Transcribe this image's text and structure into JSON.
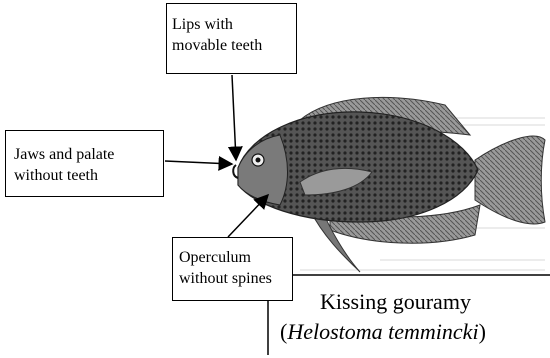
{
  "labels": {
    "lips": [
      "Lips with",
      "movable teeth"
    ],
    "jaws": [
      "Jaws and palate",
      "without teeth"
    ],
    "operculum": [
      "Operculum",
      "without spines"
    ]
  },
  "caption": {
    "common_name": "Kissing gouramy",
    "open_paren": "(",
    "scientific_name": "Helostoma temmincki",
    "close_paren": ")"
  },
  "colors": {
    "fish_body": "#4a4a4a",
    "fish_dark": "#2a2a2a",
    "fin": "#6a6a6a",
    "line": "#000000"
  }
}
